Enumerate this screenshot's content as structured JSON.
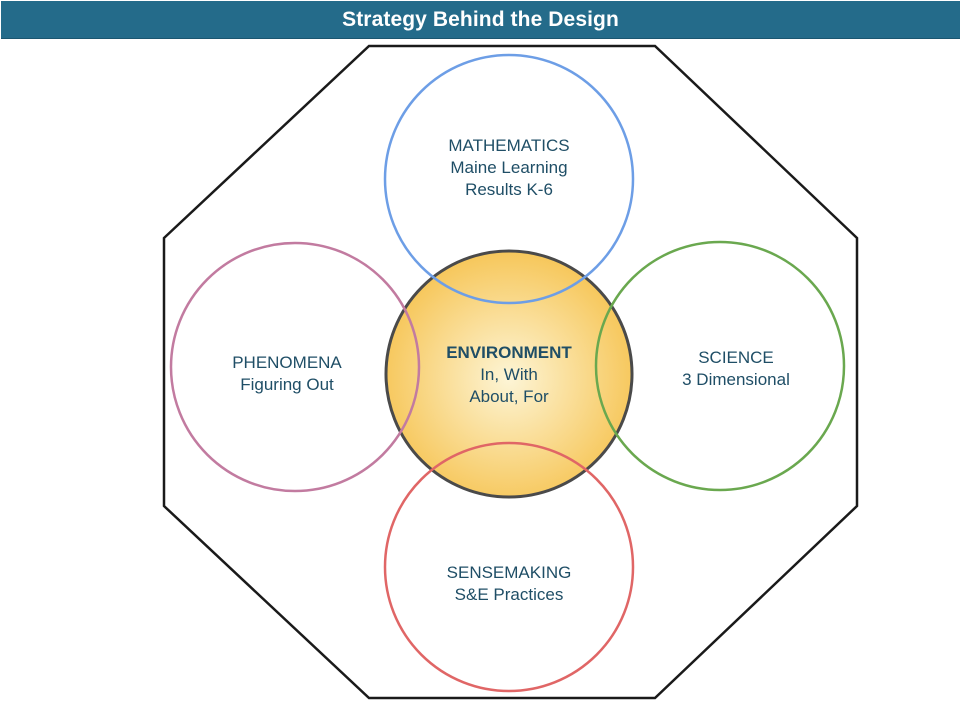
{
  "header": {
    "title": "Strategy Behind the Design"
  },
  "colors": {
    "header_bg": "#246b8a",
    "octagon_stroke": "#1a1a1a",
    "center_fill_inner": "#fdf3c9",
    "center_fill_outer": "#f7c85c",
    "center_stroke": "#4a4a4a",
    "math_stroke": "#6d9ee6",
    "science_stroke": "#6aa84f",
    "sensemaking_stroke": "#e06666",
    "phenomena_stroke": "#c27ba0",
    "text": "#1f4e66"
  },
  "diagram": {
    "center": {
      "title": "ENVIRONMENT",
      "line1": "In, With",
      "line2": "About, For"
    },
    "top": {
      "title": "MATHEMATICS",
      "line1": "Maine Learning",
      "line2": "Results K-6"
    },
    "right": {
      "title": "SCIENCE",
      "line1": "3 Dimensional"
    },
    "bottom": {
      "title": "SENSEMAKING",
      "line1": "S&E Practices"
    },
    "left": {
      "title": "PHENOMENA",
      "line1": "Figuring Out"
    }
  }
}
